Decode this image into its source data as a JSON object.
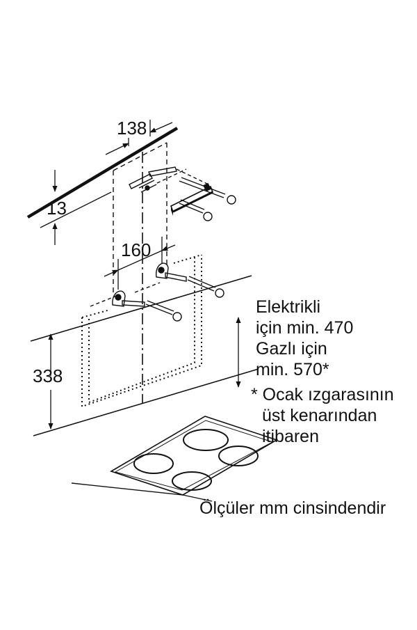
{
  "dimensions": {
    "bracket_spacing": "138",
    "ceiling_offset": "13",
    "mount_spacing": "160",
    "hood_height": "338"
  },
  "clearance_note": {
    "line1": "Elektrikli",
    "line2": "için min. 470",
    "line3": "Gazlı için",
    "line4": "min. 570*"
  },
  "footnote": {
    "line1": "* Ocak ızgarasının",
    "line2": "üst kenarından",
    "line3": "itibaren"
  },
  "units_caption": "Ölçüler mm cinsindendir"
}
